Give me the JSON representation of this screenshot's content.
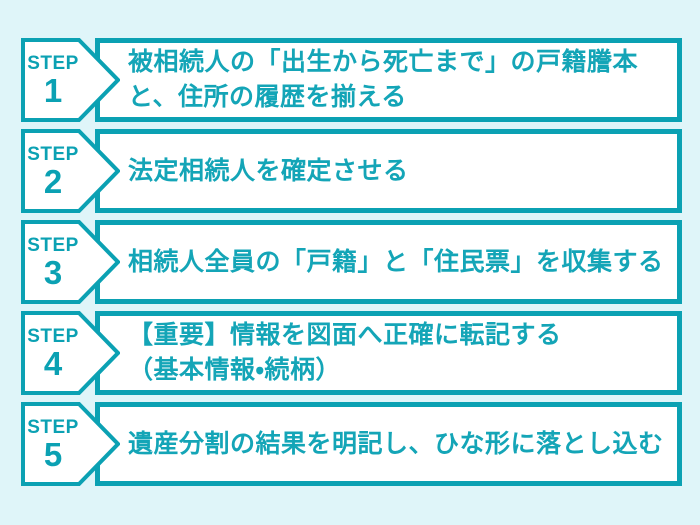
{
  "colors": {
    "teal": "#0ba1b3",
    "text_teal": "#14a5b7",
    "background": "#dff5f9",
    "box_bg": "#ffffff"
  },
  "steps": [
    {
      "badge_label": "STEP",
      "number": "1",
      "lines": [
        "被相続人の「出生から死亡まで」の戸籍謄本",
        "と、住所の履歴を揃える"
      ]
    },
    {
      "badge_label": "STEP",
      "number": "2",
      "lines": [
        "法定相続人を確定させる"
      ]
    },
    {
      "badge_label": "STEP",
      "number": "3",
      "lines": [
        "相続人全員の「戸籍」と「住民票」を収集する"
      ]
    },
    {
      "badge_label": "STEP",
      "number": "4",
      "lines": [
        "【重要】情報を図面へ正確に転記する",
        "（基本情報・続柄）"
      ]
    },
    {
      "badge_label": "STEP",
      "number": "5",
      "lines": [
        "遺産分割の結果を明記し、ひな形に落とし込む"
      ]
    }
  ]
}
